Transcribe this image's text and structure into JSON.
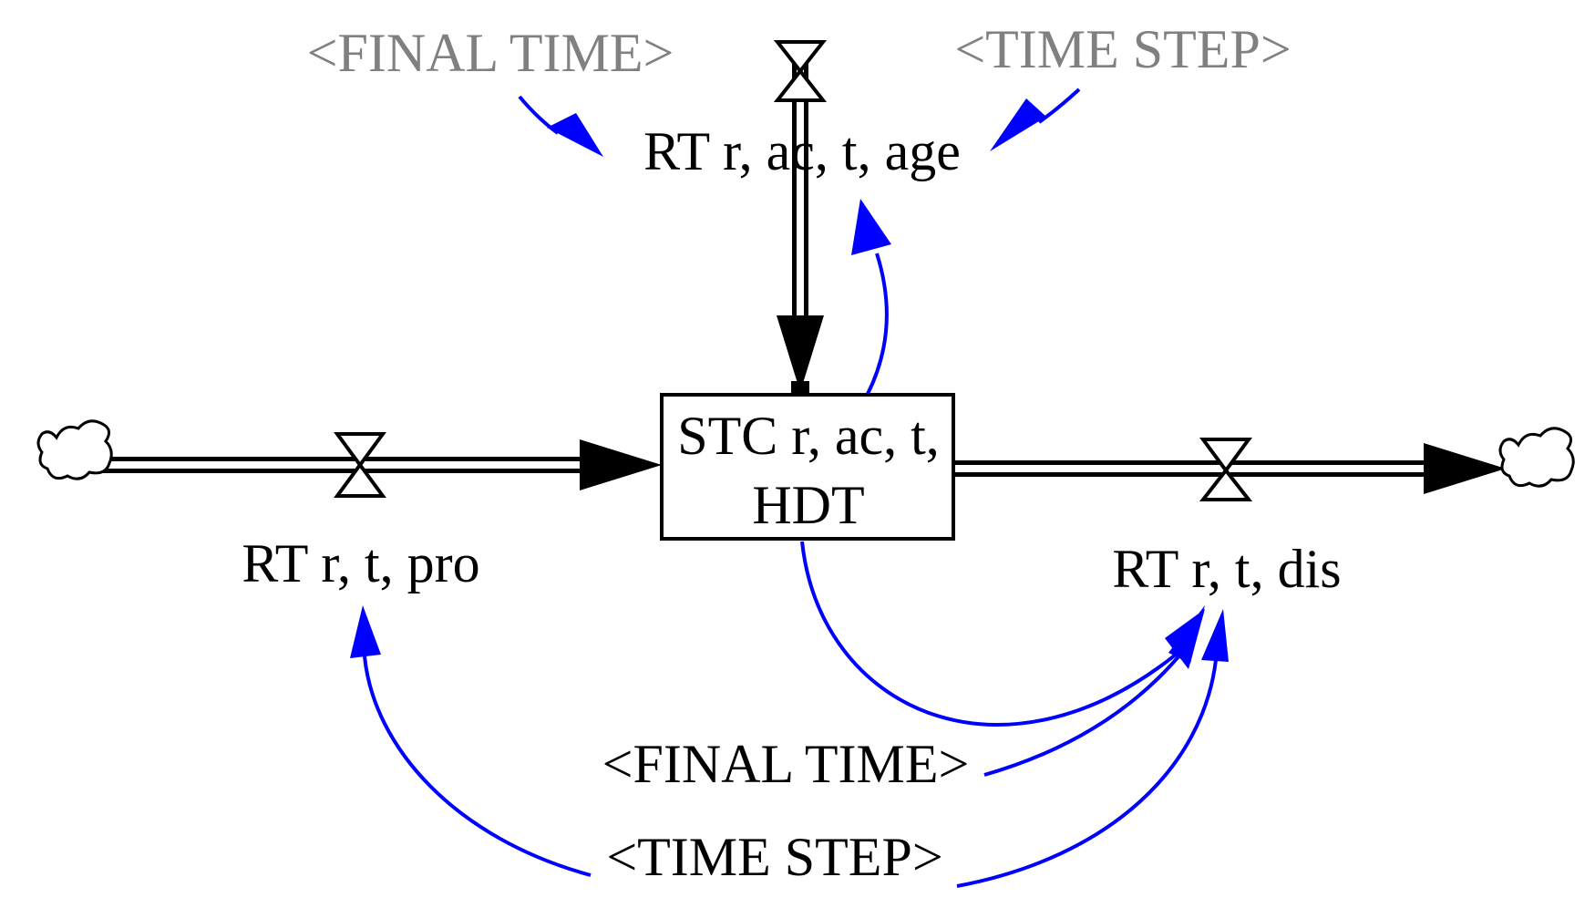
{
  "colors": {
    "link": "#0000ff",
    "shadow_text": "#808080",
    "text": "#000000",
    "pipe": "#000000"
  },
  "stock": {
    "line1": "STC r, ac, t,",
    "line2": "HDT"
  },
  "flows": {
    "inflow": "RT r, t, pro",
    "outflow": "RT r, t, dis",
    "aging": "RT r, ac, t, age"
  },
  "shadow_vars": {
    "top_final_time": "<FINAL TIME>",
    "top_time_step": "<TIME STEP>",
    "bottom_final_time": "<FINAL TIME>",
    "bottom_time_step": "<TIME STEP>"
  },
  "icons": {
    "source": "cloud-icon",
    "sink": "cloud-icon",
    "valve": "valve-icon"
  }
}
